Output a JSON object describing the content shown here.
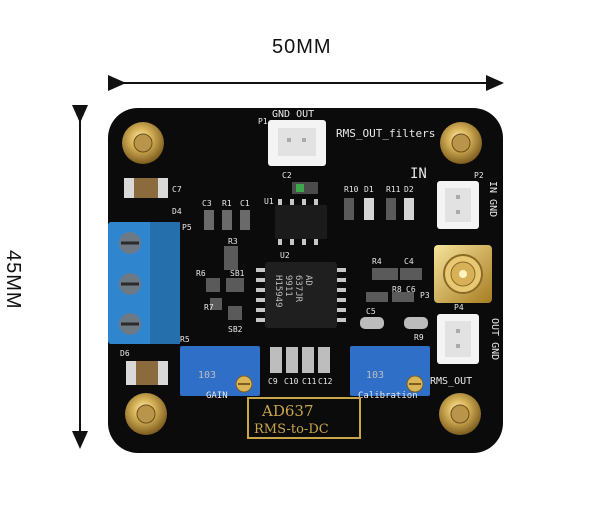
{
  "dimensions": {
    "width_label": "50MM",
    "height_label": "45MM"
  },
  "board": {
    "header_labels": {
      "gnd_out": "GND OUT",
      "rms_out_filters": "RMS_OUT_filters",
      "in": "IN",
      "in_gnd": "IN GND",
      "out_gnd": "OUT GND",
      "rms_out": "RMS_OUT",
      "gain": "GAIN",
      "calibration": "Calibration"
    },
    "refdes": {
      "p1": "P1",
      "p2": "P2",
      "p3": "P3",
      "p4": "P4",
      "p5": "P5",
      "u1": "U1",
      "u2": "U2",
      "c1": "C1",
      "c2": "C2",
      "c3": "C3",
      "c4": "C4",
      "c5": "C5",
      "c6": "C6",
      "c7": "C7",
      "c9": "C9",
      "c10": "C10",
      "c11": "C11",
      "c12": "C12",
      "r1": "R1",
      "r3": "R3",
      "r4": "R4",
      "r5": "R5",
      "r6": "R6",
      "r7": "R7",
      "r8": "R8",
      "r9": "R9",
      "r10": "R10",
      "r11": "R11",
      "d1": "D1",
      "d2": "D2",
      "d4": "D4",
      "d6": "D6",
      "sb1": "SB1",
      "sb2": "SB2"
    },
    "chip_marking": {
      "line1": "AD",
      "line2": "637JR",
      "line3": "9911",
      "line4": "H15949"
    },
    "pot_marking": "103",
    "module_title": {
      "line1": "AD637",
      "line2": "RMS-to-DC"
    },
    "colors": {
      "pcb": "#0b0b0b",
      "terminal_block": "#2f86cf",
      "header": "#f4f4f4",
      "gold": "#c9a64a",
      "trimpot": "#2f6fc8"
    }
  }
}
